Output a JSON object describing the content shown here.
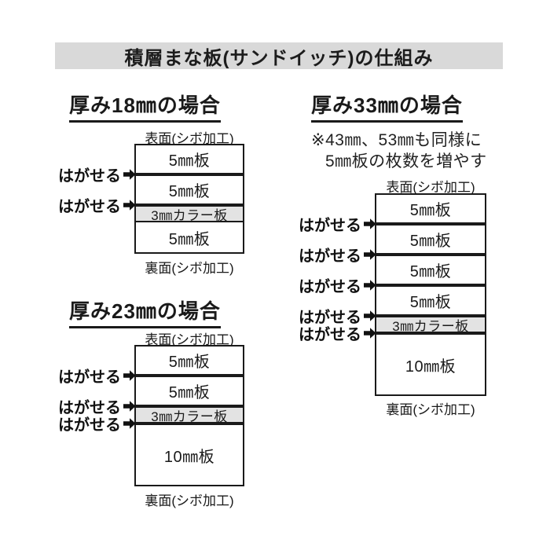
{
  "title": "積層まな板(サンドイッチ)の仕組み",
  "colors": {
    "background": "#ffffff",
    "title_bg": "#d9d9d9",
    "color_board_bg": "#e3e3e3",
    "line": "#1a1a1a"
  },
  "labels": {
    "peel": "はがせる",
    "front_face": "表面(シボ加工)",
    "back_face": "裏面(シボ加工)"
  },
  "diagrams": [
    {
      "heading": "厚み18㎜の場合",
      "total_thickness_mm": 18,
      "layers": [
        {
          "label": "5㎜板",
          "mm": 5
        },
        {
          "label": "5㎜板",
          "mm": 5
        },
        {
          "label": "3㎜カラー板",
          "mm": 3,
          "color_board": true
        },
        {
          "label": "5㎜板",
          "mm": 5
        }
      ],
      "boundaries": [
        "peel",
        "peel",
        "plain"
      ]
    },
    {
      "heading": "厚み23㎜の場合",
      "total_thickness_mm": 23,
      "layers": [
        {
          "label": "5㎜板",
          "mm": 5
        },
        {
          "label": "5㎜板",
          "mm": 5
        },
        {
          "label": "3㎜カラー板",
          "mm": 3,
          "color_board": true
        },
        {
          "label": "10㎜板",
          "mm": 10
        }
      ],
      "boundaries": [
        "peel",
        "peel",
        "peel"
      ]
    },
    {
      "heading": "厚み33㎜の場合",
      "total_thickness_mm": 33,
      "note_lines": [
        "※43㎜、53㎜も同様に",
        "5㎜板の枚数を増やす"
      ],
      "layers": [
        {
          "label": "5㎜板",
          "mm": 5
        },
        {
          "label": "5㎜板",
          "mm": 5
        },
        {
          "label": "5㎜板",
          "mm": 5
        },
        {
          "label": "5㎜板",
          "mm": 5
        },
        {
          "label": "3㎜カラー板",
          "mm": 3,
          "color_board": true
        },
        {
          "label": "10㎜板",
          "mm": 10
        }
      ],
      "boundaries": [
        "peel",
        "peel",
        "peel",
        "peel",
        "peel"
      ]
    }
  ]
}
